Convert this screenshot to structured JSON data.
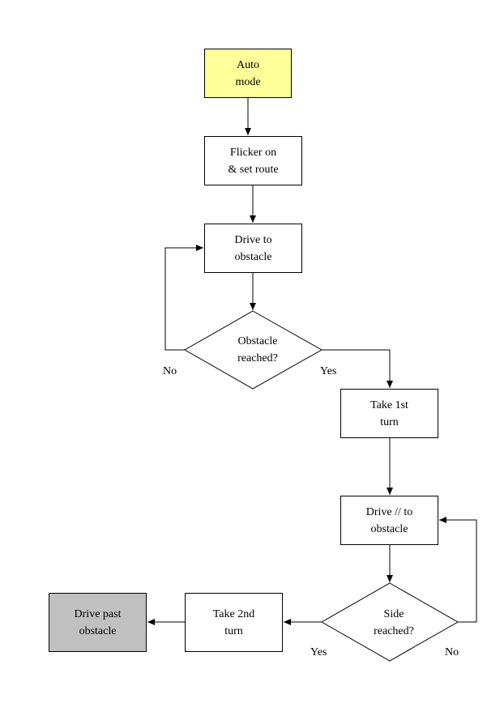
{
  "nodes": {
    "auto_mode": {
      "text": "Auto\nmode",
      "fill": "#ffff99"
    },
    "flicker_on": {
      "text": "Flicker on\n& set route",
      "fill": "#ffffff"
    },
    "drive_to_obstacle": {
      "text": "Drive to\nobstacle",
      "fill": "#ffffff"
    },
    "obstacle_reached": {
      "text": "Obstacle\nreached?"
    },
    "take_1st_turn": {
      "text": "Take 1st\nturn",
      "fill": "#ffffff"
    },
    "drive_parallel": {
      "text": "Drive // to\nobstacle",
      "fill": "#ffffff"
    },
    "side_reached": {
      "text": "Side\nreached?"
    },
    "take_2nd_turn": {
      "text": "Take 2nd\nturn",
      "fill": "#ffffff"
    },
    "drive_past": {
      "text": "Drive past\nobstacle",
      "fill": "#c0c0c0"
    }
  },
  "edge_labels": {
    "obstacle_no": "No",
    "obstacle_yes": "Yes",
    "side_yes": "Yes",
    "side_no": "No"
  }
}
